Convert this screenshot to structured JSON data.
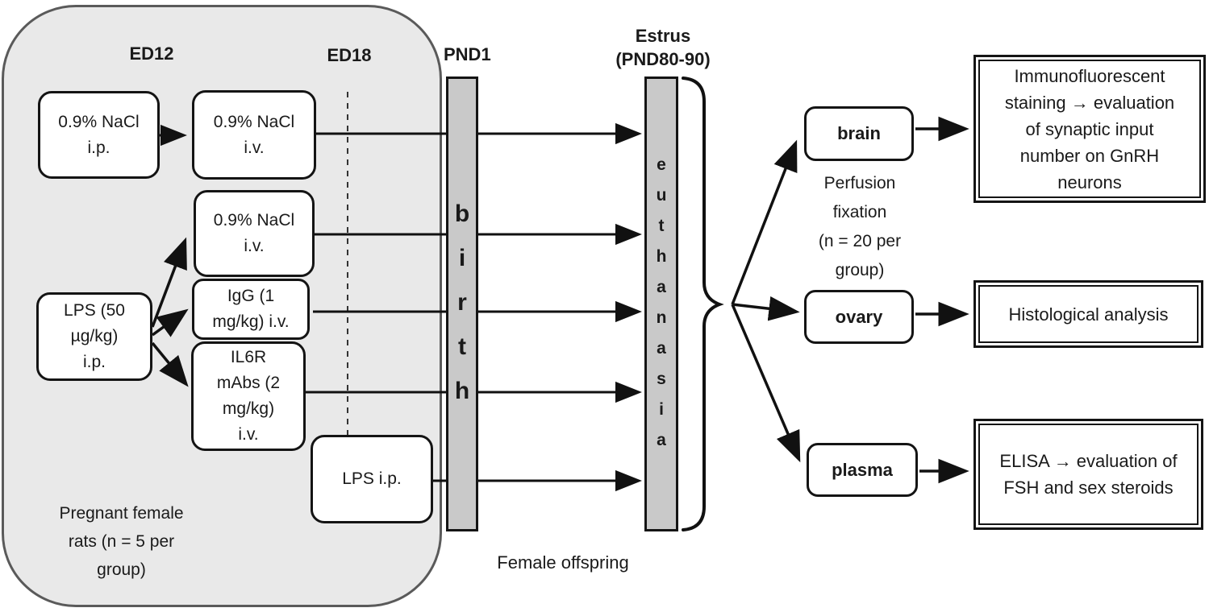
{
  "palette": {
    "container_fill": "#e9e9e9",
    "container_border": "#5a5a5a",
    "bar_fill": "#c9c9c9",
    "line_color": "#111111",
    "box_fill": "#ffffff",
    "text_color": "#1a1a1a"
  },
  "maternal_panel": {
    "ed12_label": "ED12",
    "ed18_label": "ED18",
    "caption": "Pregnant female\nrats (n = 5 per\ngroup)",
    "boxes": {
      "nacl_ip": "0.9% NaCl\ni.p.",
      "nacl_iv_top": "0.9% NaCl\ni.v.",
      "nacl_iv_mid": "0.9% NaCl\ni.v.",
      "igg": "IgG (1\nmg/kg) i.v.",
      "il6r": "IL6R\nmAbs (2\nmg/kg)\ni.v.",
      "lps50": "LPS (50\nµg/kg)\ni.p.",
      "lps_ed18": "LPS i.p."
    }
  },
  "timeline": {
    "pnd1_label": "PND1",
    "birth_bar_text": "b\ni\nr\nt\nh",
    "estrus_label": "Estrus\n(PND80-90)",
    "euthanasia_bar_text": "e\nu\nt\nh\na\nn\na\ns\ni\na",
    "offspring_caption": "Female offspring"
  },
  "collection": {
    "perfusion_note": "Perfusion\nfixation\n(n = 20 per\ngroup)",
    "brain_label": "brain",
    "ovary_label": "ovary",
    "plasma_label": "plasma"
  },
  "outcomes": {
    "brain_outcome": "Immunofluorescent\nstaining → evaluation\nof synaptic input\nnumber on GnRH\nneurons",
    "ovary_outcome": "Histological analysis",
    "plasma_outcome": "ELISA → evaluation of\nFSH and sex steroids"
  }
}
